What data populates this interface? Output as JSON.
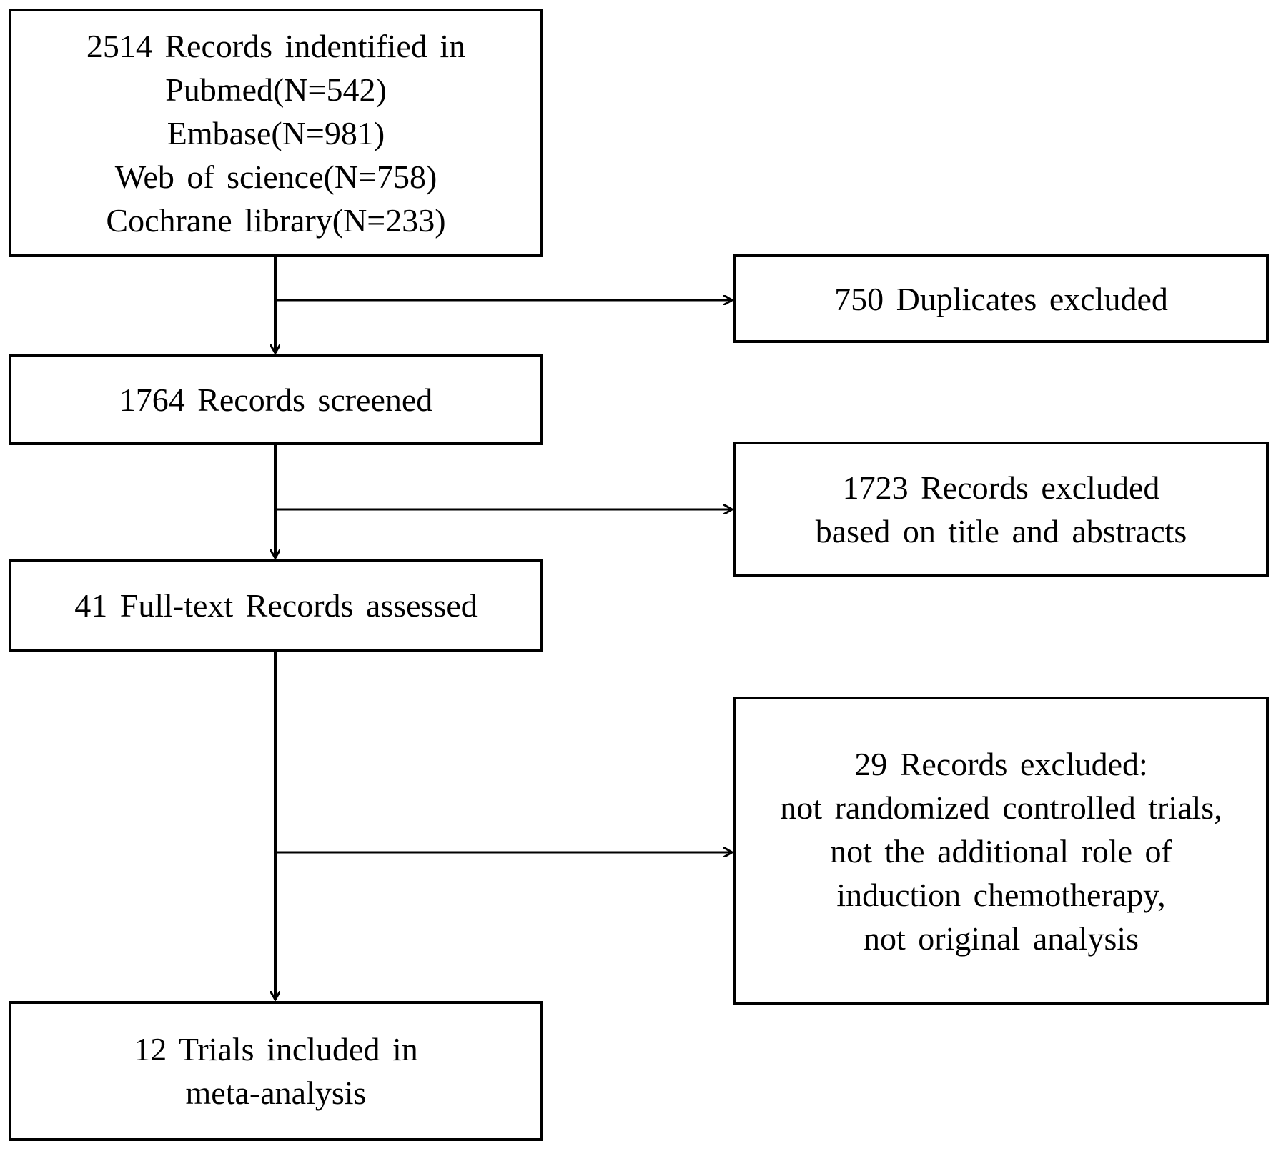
{
  "boxes": {
    "identified": {
      "lines": [
        "2514 Records indentified in",
        "Pubmed(N=542)",
        "Embase(N=981)",
        "Web of science(N=758)",
        "Cochrane library(N=233)"
      ]
    },
    "duplicates": {
      "lines": [
        "750 Duplicates excluded"
      ]
    },
    "screened": {
      "lines": [
        "1764 Records screened"
      ]
    },
    "excluded_title": {
      "lines": [
        "1723 Records excluded",
        "based on title and abstracts"
      ]
    },
    "fulltext": {
      "lines": [
        "41 Full-text Records assessed"
      ]
    },
    "excluded_fulltext": {
      "lines": [
        "29 Records excluded:",
        "not randomized controlled trials,",
        "not the additional role of",
        "induction chemotherapy,",
        "not original analysis"
      ]
    },
    "included": {
      "lines": [
        "12 Trials included in",
        "meta-analysis"
      ]
    }
  }
}
